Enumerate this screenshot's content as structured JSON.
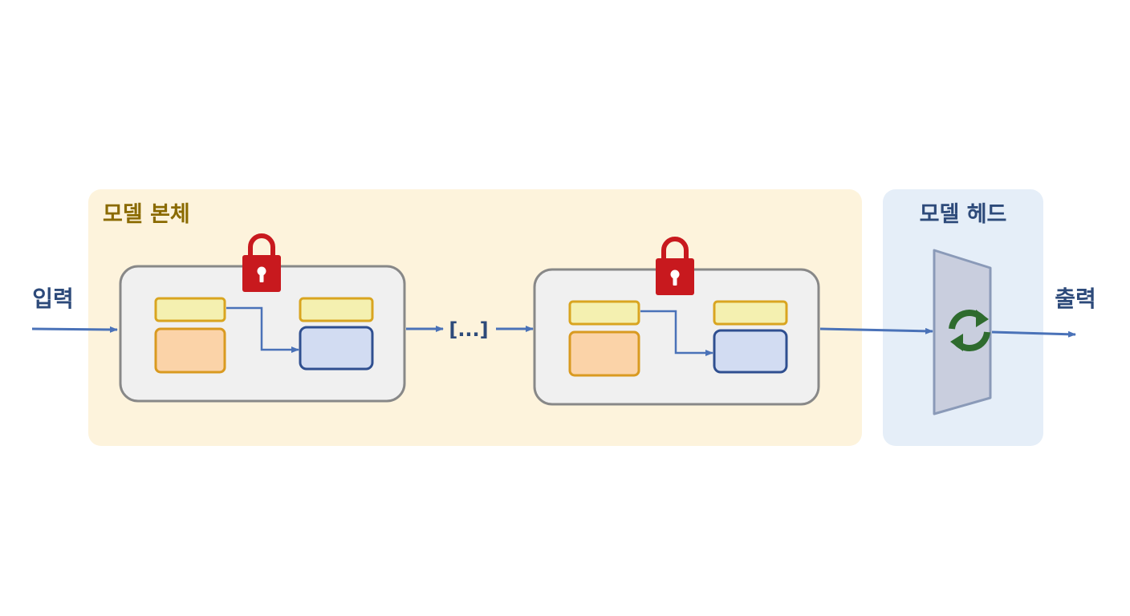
{
  "labels": {
    "input": "입력",
    "output": "출력",
    "body_region": "모델 본체",
    "head_region": "모델 헤드",
    "ellipsis": "[...]"
  },
  "colors": {
    "body_bg": "#fdf3dc",
    "head_bg": "#e5eef8",
    "body_title": "#8a6a00",
    "head_title": "#2d4a7a",
    "io_text": "#2d4a7a",
    "arrow": "#4a72b8",
    "lock": "#c8191e",
    "refresh": "#2e6b2e",
    "block_fill": "#f0f0f0",
    "block_border": "#888888",
    "yellow_fill": "#f4f0b0",
    "yellow_border": "#d9a520",
    "orange_fill": "#fbd3a8",
    "orange_border": "#d99a20",
    "blue_fill": "#d2dcf2",
    "blue_border": "#2f4f90",
    "head_shape_fill": "#c9cede",
    "head_shape_border": "#8a9ab8"
  },
  "icons": {
    "lock": "lock-icon",
    "refresh": "refresh-icon"
  }
}
